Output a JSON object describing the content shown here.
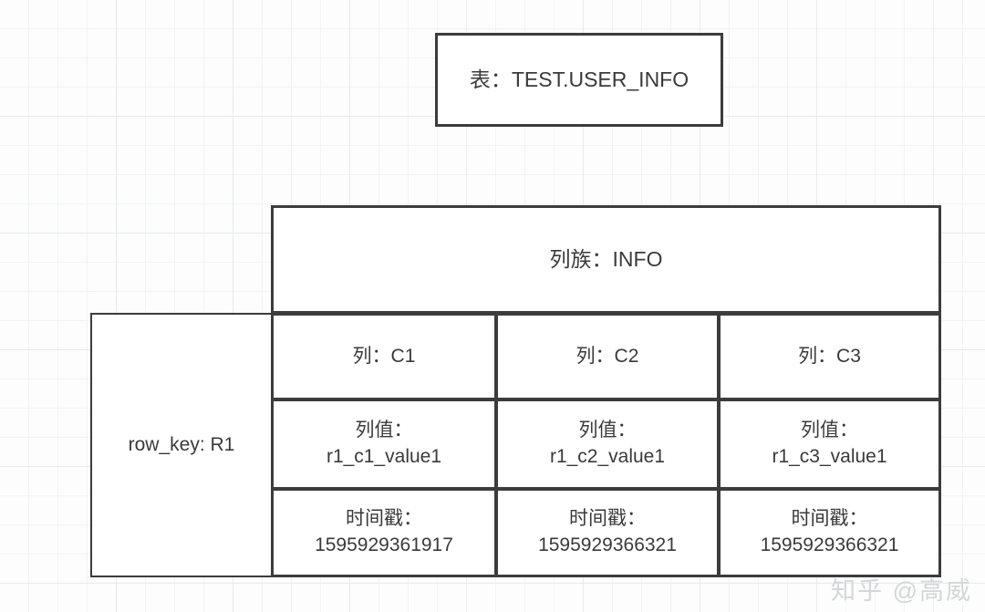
{
  "diagram": {
    "title_box": {
      "label": "表：TEST.USER_INFO"
    },
    "column_family": {
      "label": "列族：INFO"
    },
    "row_key": {
      "line1": "row_key:",
      "line2": "R1"
    },
    "columns": [
      {
        "header": "列：C1",
        "value_label": "列值：",
        "value": "r1_c1_value1",
        "timestamp_label": "时间戳：",
        "timestamp": "1595929361917"
      },
      {
        "header": "列：C2",
        "value_label": "列值：",
        "value": "r1_c2_value1",
        "timestamp_label": "时间戳：",
        "timestamp": "1595929366321"
      },
      {
        "header": "列：C3",
        "value_label": "列值：",
        "value": "r1_c3_value1",
        "timestamp_label": "时间戳：",
        "timestamp": "1595929366321"
      }
    ],
    "watermark": "知乎 @高威",
    "colors": {
      "stroke": "#3c3c3c",
      "text": "#3a3a3a",
      "canvas": "#fdfdfd",
      "grid_minor": "#f2f3f5",
      "grid_major": "#e8eaec",
      "watermark": "#d4d6d8"
    }
  }
}
